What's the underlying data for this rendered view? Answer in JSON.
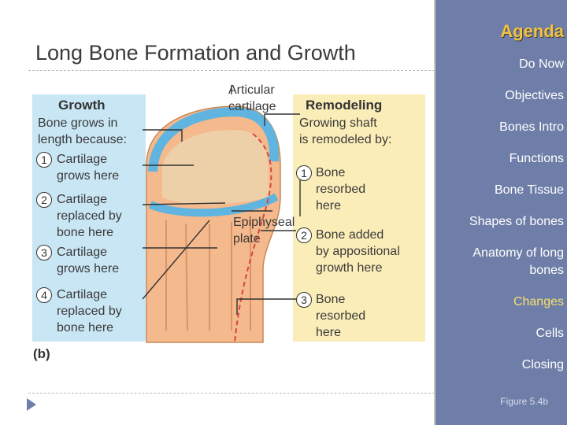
{
  "title": "Long Bone Formation and Growth",
  "figure": {
    "label": "(b)",
    "callouts": {
      "articular_1": "Articular",
      "articular_2": "cartilage",
      "epiphyseal_1": "Epiphyseal",
      "epiphyseal_2": "plate"
    },
    "growth": {
      "heading": "Growth",
      "intro": [
        "Bone grows in",
        "length because:"
      ],
      "steps": [
        {
          "num": "1",
          "lines": [
            "Cartilage",
            "grows here"
          ]
        },
        {
          "num": "2",
          "lines": [
            "Cartilage",
            "replaced by",
            "bone here"
          ]
        },
        {
          "num": "3",
          "lines": [
            "Cartilage",
            "grows here"
          ]
        },
        {
          "num": "4",
          "lines": [
            "Cartilage",
            "replaced by",
            "bone here"
          ]
        }
      ]
    },
    "remodeling": {
      "heading": "Remodeling",
      "intro": [
        "Growing shaft",
        "is remodeled by:"
      ],
      "steps": [
        {
          "num": "1",
          "lines": [
            "Bone",
            "resorbed",
            "here"
          ]
        },
        {
          "num": "2",
          "lines": [
            "Bone added",
            "by appositional",
            "growth here"
          ]
        },
        {
          "num": "3",
          "lines": [
            "Bone",
            "resorbed",
            "here"
          ]
        }
      ]
    }
  },
  "sidebar": {
    "heading": "Agenda",
    "items": [
      "Do Now",
      "Objectives",
      "Bones Intro",
      "Functions",
      "Bone Tissue",
      "Shapes of bones",
      "Anatomy of long bones",
      "Changes",
      "Cells",
      "Closing"
    ],
    "active": "Changes",
    "figure_ref": "Figure 5.4b"
  },
  "colors": {
    "sidebar": "#6f7ea8",
    "agenda_heading": "#f1c33f",
    "active_item": "#f5e06c",
    "growth_panel": "#c9e6f5",
    "remodel_panel": "#fbedb8",
    "cartilage": "#5fb4e0",
    "bone": "#f4b98c"
  }
}
